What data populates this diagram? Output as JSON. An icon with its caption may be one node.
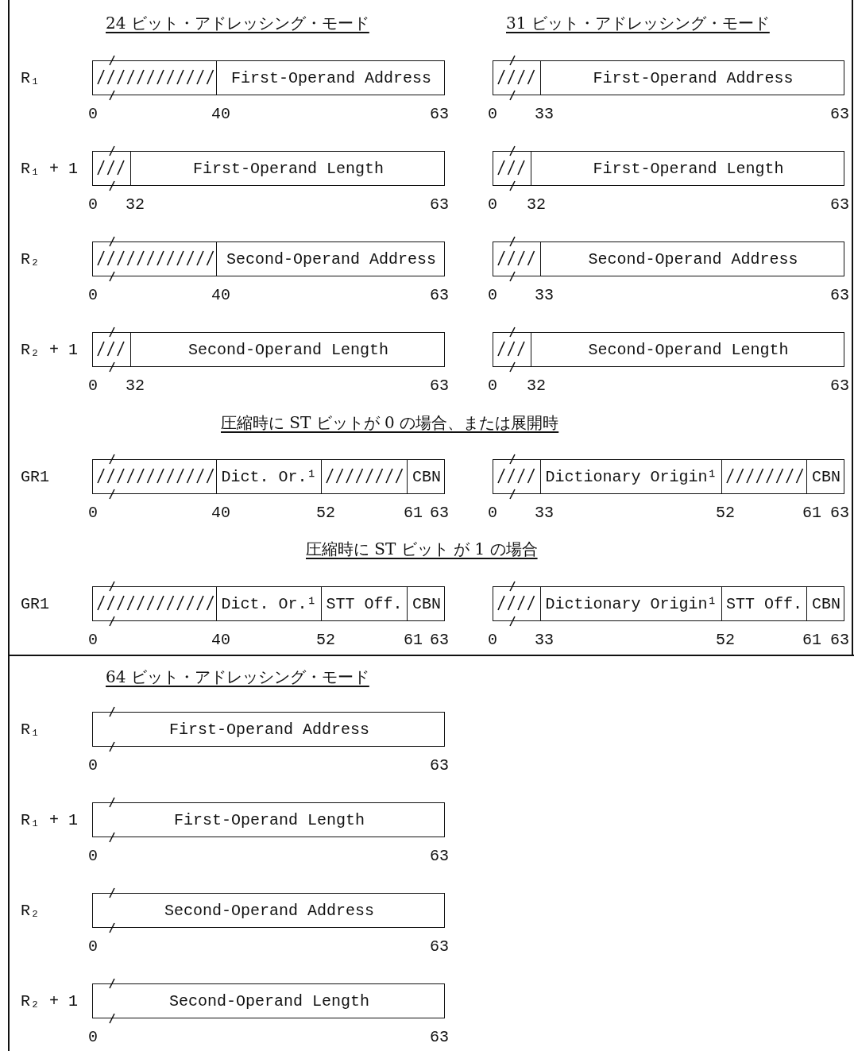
{
  "diagram": {
    "nodes": [
      {
        "text": [
          "First-Operand Address"
        ]
      },
      {
        "text": [
          "First-Operand Address"
        ]
      },
      {
        "text": [
          "First-Operand Length"
        ]
      },
      {
        "text": [
          "First-Operand Length"
        ]
      },
      {
        "text": [
          "Second-Operand Address"
        ]
      },
      {
        "text": [
          "Second-Operand Address"
        ]
      },
      {
        "text": [
          "Second-Operand Length"
        ]
      },
      {
        "text": [
          "Second-Operand Length"
        ]
      },
      {
        "text": [
          "Dict. Or.¹",
          "CBN"
        ]
      },
      {
        "text": [
          "Dictionary Origin¹",
          "CBN"
        ]
      },
      {
        "text": [
          "Dict. Or.¹",
          "STT Off.",
          "CBN"
        ]
      },
      {
        "text": [
          "Dictionary Origin¹",
          "STT Off.",
          "CBN"
        ]
      },
      {
        "text": [
          "First-Operand Address"
        ]
      },
      {
        "text": [
          "First-Operand Length"
        ]
      },
      {
        "text": [
          "Second-Operand Address"
        ]
      },
      {
        "text": [
          "Second-Operand Length"
        ]
      }
    ],
    "labels": [
      "24 ビット・アドレッシング・モード",
      "31 ビット・アドレッシング・モード",
      "R₁",
      "0",
      "40",
      "63",
      "0",
      "33",
      "63",
      "R₁ + 1",
      "0",
      "32",
      "63",
      "0",
      "32",
      "63",
      "R₂",
      "0",
      "40",
      "63",
      "0",
      "33",
      "63",
      "R₂ + 1",
      "0",
      "32",
      "63",
      "0",
      "32",
      "63",
      "圧縮時に ST ビットが 0 の場合、または展開時",
      "GR1",
      "0",
      "40",
      "52",
      "61",
      "63",
      "0",
      "33",
      "52",
      "61",
      "63",
      "圧縮時に ST ビット が 1 の場合",
      "GR1",
      "0",
      "40",
      "52",
      "61",
      "63",
      "0",
      "33",
      "52",
      "61",
      "63",
      "64 ビット・アドレッシング・モード",
      "R₁",
      "0",
      "63",
      "R₁ + 1",
      "0",
      "63",
      "R₂",
      "0",
      "63",
      "R₂ + 1",
      "0",
      "63"
    ]
  }
}
